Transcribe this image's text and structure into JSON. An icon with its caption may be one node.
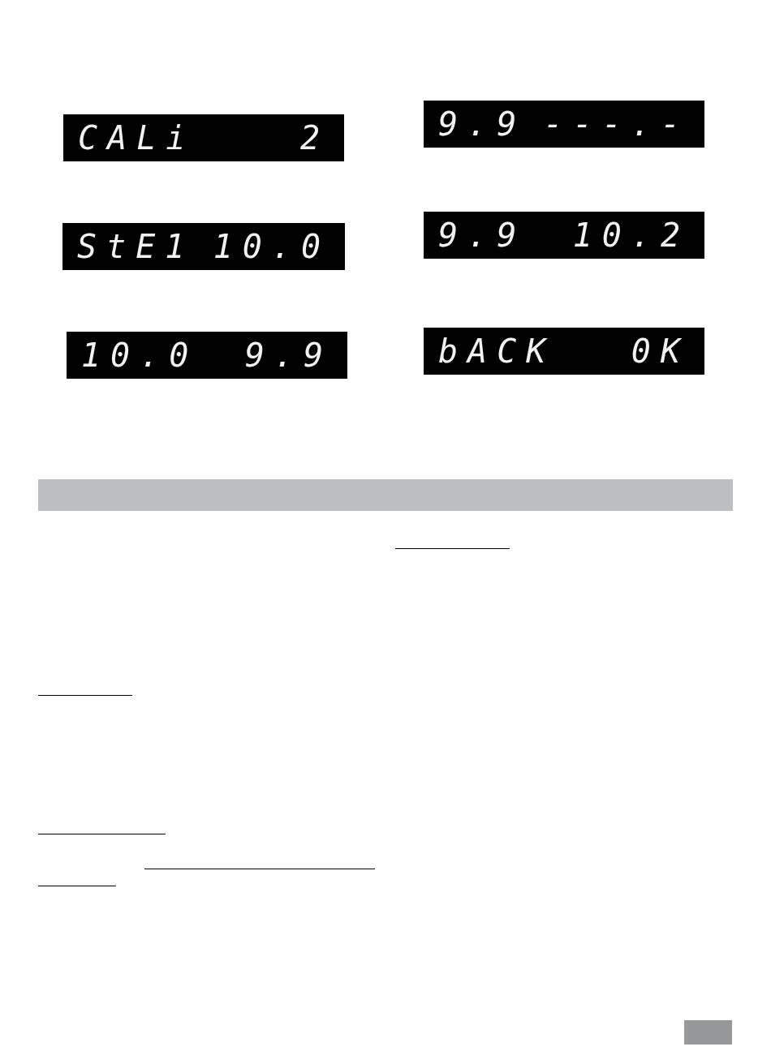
{
  "diagram": {
    "nodes": [
      {
        "text": [
          "CALi",
          "2"
        ]
      },
      {
        "text": [
          "9.9",
          "---.-"
        ]
      },
      {
        "text": [
          "StE1",
          "10.0"
        ]
      },
      {
        "text": [
          "9.9",
          "10.2"
        ]
      },
      {
        "text": [
          "10.0",
          "9.9"
        ]
      },
      {
        "text": [
          "bACK",
          "0K"
        ]
      },
      {
        "text": [],
        "shape": "bar"
      },
      {
        "text": [],
        "shape": "box"
      }
    ]
  }
}
